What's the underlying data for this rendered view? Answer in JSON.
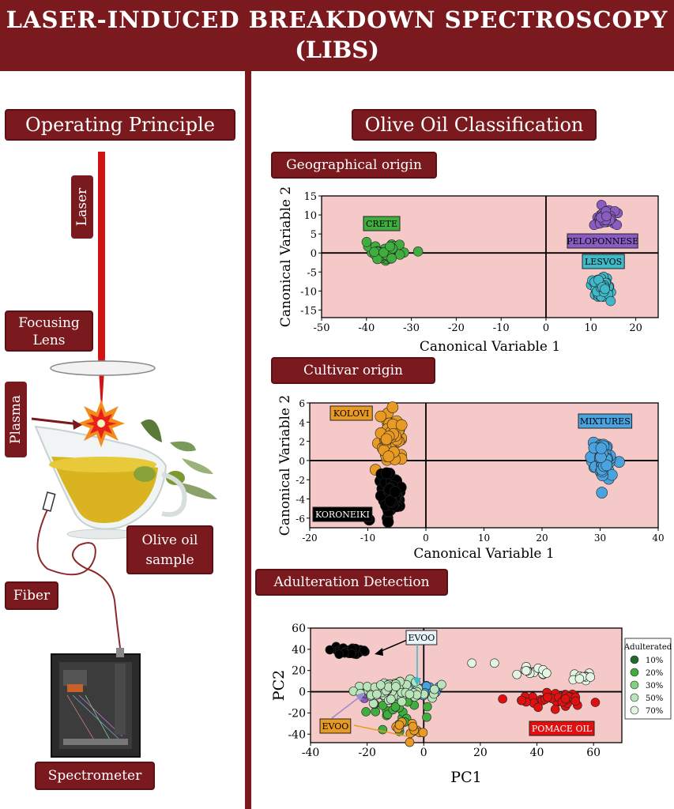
{
  "header": {
    "title_line1": "LASER-INDUCED BREAKDOWN SPECTROSCOPY",
    "title_line2": "(LIBS)"
  },
  "left": {
    "section_title": "Operating Principle",
    "laser_label": "Laser",
    "lens_label_line1": "Focusing",
    "lens_label_line2": "Lens",
    "plasma_label": "Plasma",
    "sample_label_line1": "Olive oil",
    "sample_label_line2": "sample",
    "fiber_label": "Fiber",
    "spectrometer_label": "Spectrometer"
  },
  "right": {
    "section_title": "Olive Oil Classification",
    "geo_title": "Geographical origin",
    "cultivar_title": "Cultivar origin",
    "adulteration_title": "Adulteration Detection"
  },
  "colors": {
    "maroon": "#7a1a1f",
    "plot_bg": "#f6c9c9",
    "laser": "#d01414"
  },
  "chart_data": [
    {
      "type": "scatter",
      "title": "Geographical origin",
      "xlabel": "Canonical Variable 1",
      "ylabel": "Canonical Variable 2",
      "xlim": [
        -50,
        25
      ],
      "ylim": [
        -17,
        15
      ],
      "xticks": [
        -50,
        -40,
        -30,
        -20,
        -10,
        0,
        10,
        20
      ],
      "yticks": [
        15,
        10,
        5,
        0,
        -5,
        -10,
        -15
      ],
      "series": [
        {
          "name": "CRETE",
          "color": "#3fae3f",
          "center": [
            -36,
            0
          ],
          "spread": [
            3.5,
            1.8
          ]
        },
        {
          "name": "PELOPONNESE",
          "color": "#8a5cc2",
          "center": [
            13,
            9
          ],
          "spread": [
            2.2,
            2.0
          ]
        },
        {
          "name": "LESVOS",
          "color": "#3fb8c8",
          "center": [
            12.5,
            -9
          ],
          "spread": [
            2.0,
            2.8
          ]
        }
      ]
    },
    {
      "type": "scatter",
      "title": "Cultivar origin",
      "xlabel": "Canonical Variable 1",
      "ylabel": "Canonical Variable 2",
      "xlim": [
        -20,
        40
      ],
      "ylim": [
        -7,
        6
      ],
      "xticks": [
        -20,
        -10,
        0,
        10,
        20,
        30,
        40
      ],
      "yticks": [
        6,
        4,
        2,
        0,
        -2,
        -4,
        -6
      ],
      "series": [
        {
          "name": "KOLOVI",
          "color": "#e89a22",
          "center": [
            -6,
            2.5
          ],
          "spread": [
            1.8,
            1.8
          ]
        },
        {
          "name": "KORONEIKI",
          "color": "#000000",
          "center": [
            -6,
            -3.5
          ],
          "spread": [
            1.6,
            2.0
          ]
        },
        {
          "name": "MIXTURES",
          "color": "#4aa3df",
          "center": [
            30.5,
            0
          ],
          "spread": [
            1.6,
            1.5
          ]
        }
      ]
    },
    {
      "type": "scatter",
      "xlabel": "PC1",
      "ylabel": "PC2",
      "xlim": [
        -40,
        70
      ],
      "ylim": [
        -48,
        60
      ],
      "xticks": [
        -40,
        -20,
        0,
        20,
        40,
        60
      ],
      "yticks": [
        60,
        40,
        20,
        0,
        -20,
        -40
      ],
      "legend": {
        "title": "Adulterated",
        "entries": [
          "10%",
          "20%",
          "30%",
          "50%",
          "70%"
        ]
      },
      "annotations": [
        "EVOO",
        "EVOO",
        "POMACE OIL"
      ],
      "series": [
        {
          "name": "10%",
          "color": "#1f6b2a"
        },
        {
          "name": "20%",
          "color": "#3fae3f"
        },
        {
          "name": "30%",
          "color": "#86cf86"
        },
        {
          "name": "50%",
          "color": "#b9e3b9"
        },
        {
          "name": "70%",
          "color": "#e4f5e4"
        }
      ]
    }
  ]
}
